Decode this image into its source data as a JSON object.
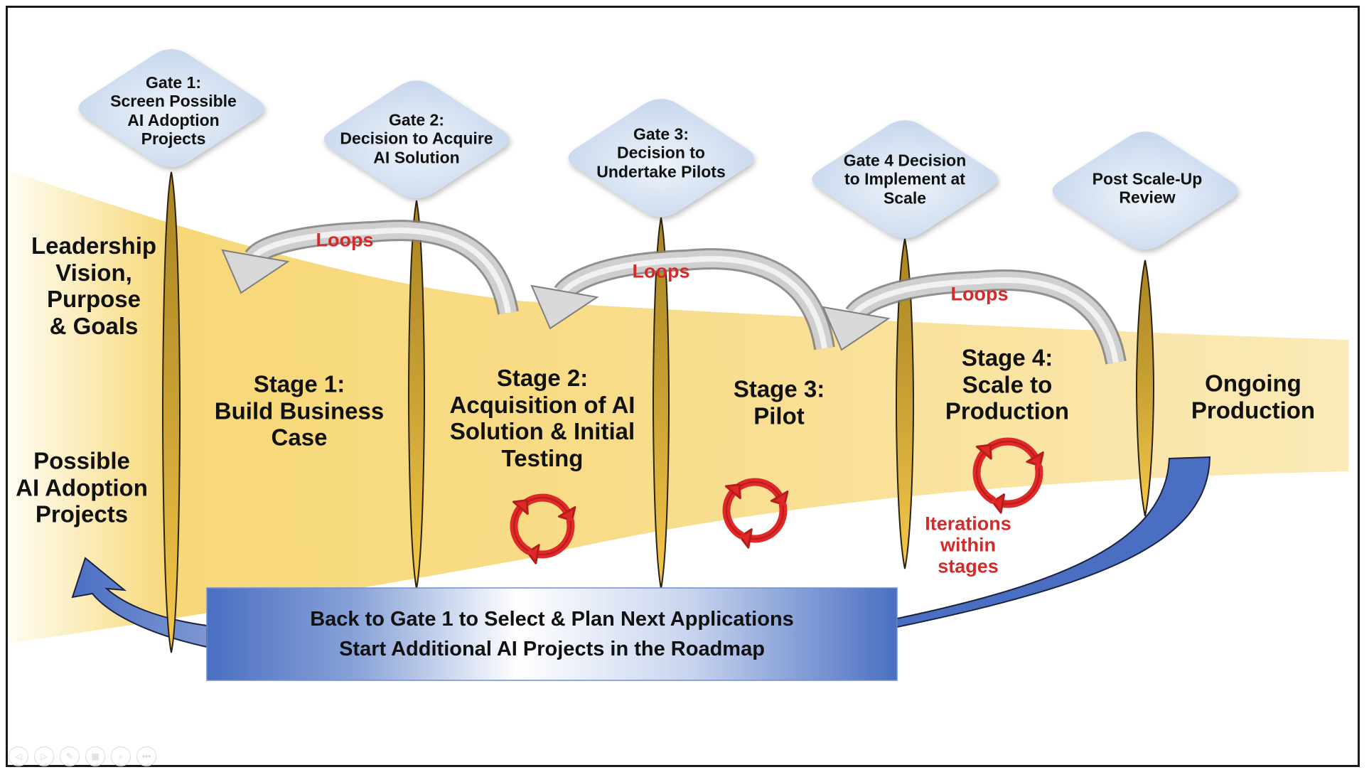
{
  "gates": [
    {
      "label": "Gate 1:\nScreen Possible\nAI Adoption\nProjects"
    },
    {
      "label": "Gate  2:\nDecision to Acquire\nAI Solution"
    },
    {
      "label": "Gate 3:\nDecision to\nUndertake Pilots"
    },
    {
      "label": "Gate 4 Decision\nto Implement at\nScale"
    },
    {
      "label": "Post Scale-Up\nReview"
    }
  ],
  "side_labels": {
    "leadership": "Leadership\nVision,\nPurpose\n& Goals",
    "possible_projects": "Possible\nAI Adoption\nProjects"
  },
  "stages": [
    {
      "label": "Stage 1:\nBuild Business\nCase"
    },
    {
      "label": "Stage 2:\nAcquisition of AI\nSolution & Initial\nTesting"
    },
    {
      "label": "Stage 3:\nPilot"
    },
    {
      "label": "Stage 4:\nScale to\nProduction"
    },
    {
      "label": "Ongoing\nProduction"
    }
  ],
  "loops": [
    "Loops",
    "Loops",
    "Loops"
  ],
  "iterations_label": "Iterations\nwithin\nstages",
  "return_box": {
    "line1": "Back to Gate 1 to Select & Plan Next  Applications",
    "line2": "Start Additional AI Projects in the Roadmap"
  },
  "presentation_controls": [
    {
      "icon": "previous-slide-icon",
      "glyph": "◁"
    },
    {
      "icon": "next-slide-icon",
      "glyph": "▷"
    },
    {
      "icon": "pen-icon",
      "glyph": "✎"
    },
    {
      "icon": "slides-grid-icon",
      "glyph": "▦"
    },
    {
      "icon": "zoom-icon",
      "glyph": "⌕"
    },
    {
      "icon": "more-options-icon",
      "glyph": "•••"
    }
  ],
  "colors": {
    "band": "#f7d878",
    "pole": "#b8922c",
    "gate_fill": "#d7e3f3",
    "loops_red": "#d42a2a",
    "cycle_red": "#e02828",
    "return_blue": "#4a6fc2",
    "loop_arrow_gray": "#bdbdbd"
  }
}
